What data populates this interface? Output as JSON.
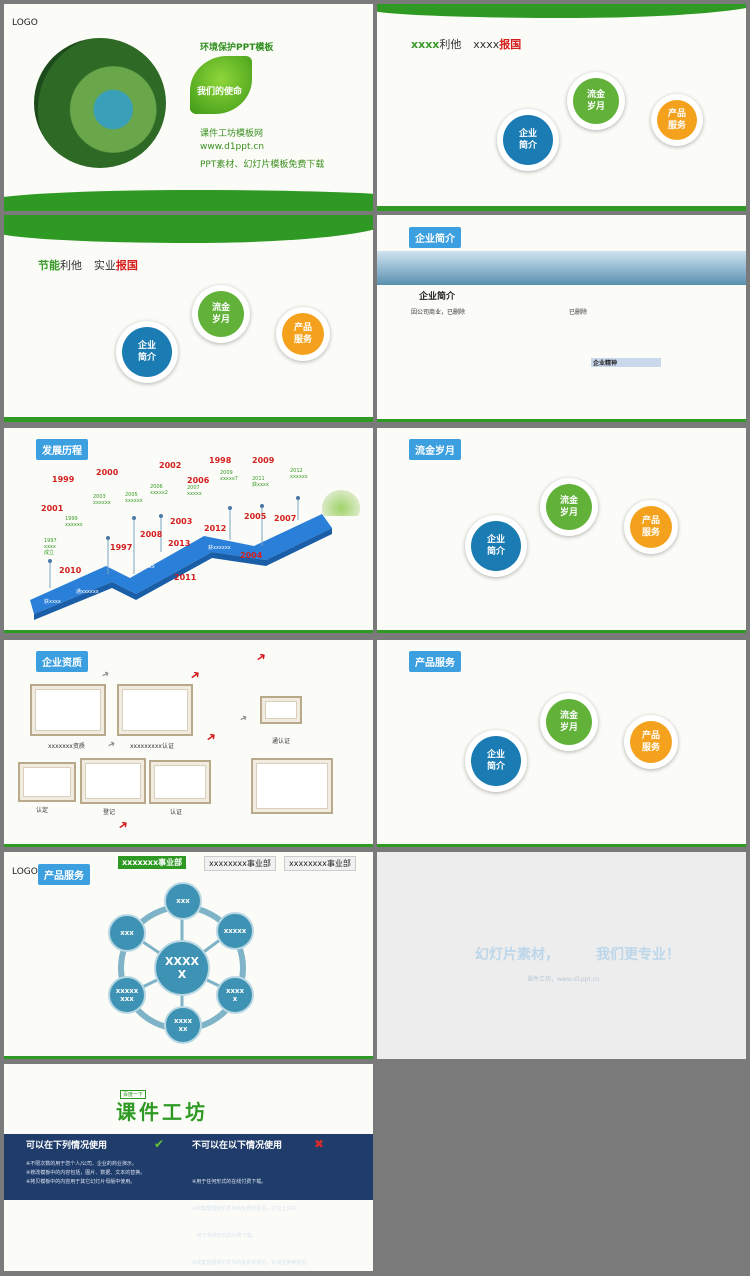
{
  "slide1": {
    "logo": "LOGO",
    "subtitle": "环境保护PPT模板",
    "mission": "我们的使命",
    "site_name": "课件工坊模板网",
    "url": "www.d1ppt.cn",
    "desc": "PPT素材、幻灯片模板免费下载"
  },
  "slide2": {
    "heading_a": "xxxx",
    "heading_b": "利他",
    "heading_c": "xxxx",
    "heading_d": "报国",
    "c1": "企业\n简介",
    "c2": "流金\n岁月",
    "c3": "产品\n服务"
  },
  "slide3": {
    "heading_a": "节能",
    "heading_b": "利他",
    "heading_c": "实业",
    "heading_d": "报国",
    "c1": "企业\n简介",
    "c2": "流金\n岁月",
    "c3": "产品\n服务"
  },
  "slide4": {
    "tag": "企业简介",
    "title": "企业简介",
    "text_left": "因公司商业，已删除",
    "text_right": "已删除",
    "spirit": "企业精神"
  },
  "slide5": {
    "tag": "发展历程",
    "years": [
      "1999",
      "2000",
      "2001",
      "2002",
      "1998",
      "2009",
      "2006",
      "2003",
      "2008",
      "1997",
      "2013",
      "2012",
      "2005",
      "2007",
      "2010",
      "2004",
      "2011"
    ],
    "notes": [
      "1999\nxxxxxx",
      "1997\nxxxx\n成立",
      "2003\nxxxxxx",
      "2005\nxxxxxx",
      "2006\nxxxxx2",
      "2007\nxxxxx",
      "2009\nxxxxx7",
      "2011\n获xxxx",
      "2012\nxxxxxx"
    ],
    "path_labels": [
      "获xxxx",
      "通xxxxxx",
      "xxxxx",
      "获xxxxxx"
    ]
  },
  "slide6": {
    "tag": "流金岁月",
    "c1": "企业\n简介",
    "c2": "流金\n岁月",
    "c3": "产品\n服务"
  },
  "slide7": {
    "tag": "企业资质",
    "labels": [
      "xxxxxxx资质",
      "xxxxxxxxx认证",
      "通认证",
      "认定",
      "登记",
      "认证"
    ]
  },
  "slide8": {
    "tag": "产品服务",
    "c1": "企业\n简介",
    "c2": "流金\n岁月",
    "c3": "产品\n服务"
  },
  "slide9": {
    "logo": "LOGO",
    "tag": "产品服务",
    "tab1": "xxxxxxx事业部",
    "tab2": "xxxxxxxx事业部",
    "tab3": "xxxxxxxx事业部",
    "center": "XXXX\nX",
    "nodes": [
      "xxx",
      "xxxxx",
      "xxxx\nx",
      "xxxx\nxx",
      "xxxxx\nxxx",
      "xxx"
    ]
  },
  "slide10": {
    "title_a": "幻灯片素材，",
    "title_b": "我们更专业！",
    "sub": "课件工坊，www.d1ppt.cn"
  },
  "slide11": {
    "brand_small": "百度一下",
    "brand": "课件工坊",
    "can_title": "可以在下列情况使用",
    "cannot_title": "不可以在以下情况使用",
    "can": [
      "※不限次数的用于您个人/公司、企业的商业演示。",
      "※修改模板中的内容包括，图片、数据、文本的替换。",
      "※拷贝模板中的内容用于其它幻灯片母版中使用。"
    ],
    "cannot": [
      "※用于任何形式的在线付费下载。",
      "※收集整理我们发布的免费资源后，打包上传并",
      "   用于各种形式的付费下载。",
      "※收集整理我们发布的免费资源后，到淘宝倒卖销售。"
    ]
  },
  "colors": {
    "green": "#2f9a23",
    "blue": "#3b9fe0",
    "navy": "#1f3c6a"
  }
}
